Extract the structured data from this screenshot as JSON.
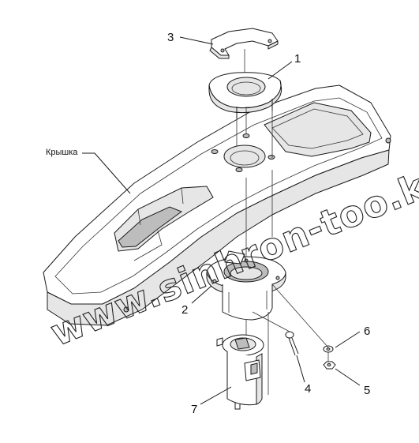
{
  "callouts": {
    "c1": "1",
    "c2": "2",
    "c3": "3",
    "c4": "4",
    "c5": "5",
    "c6": "6",
    "c7": "7"
  },
  "labels": {
    "cover": "Крышка"
  },
  "watermark": "www.sinhron-too.kz"
}
